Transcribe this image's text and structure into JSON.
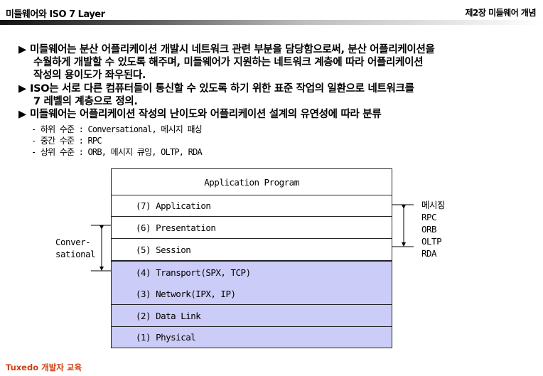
{
  "header": {
    "title": "미들웨어와 ISO 7 Layer",
    "chapter": "제2장 미들웨어 개념"
  },
  "bullets": [
    {
      "lines": [
        "미들웨어는 분산 어플리케이션 개발시 네트워크 관련 부분을 담당함으로써, 분산 어플리케이션을",
        "수월하게 개발할 수 있도록 해주며, 미들웨어가 지원하는 네트워크 계층에 따라 어플리케이션",
        "작성의 용이도가 좌우된다."
      ]
    },
    {
      "lines": [
        "ISO는 서로 다른 컴퓨터들이 통신할 수 있도록 하기 위한 표준 작업의 일환으로 네트워크를",
        "7 레벨의 계층으로 정의."
      ]
    },
    {
      "lines": [
        "미들웨어는 어플리케이션 작성의 난이도와 어플리케이션 설계의 유연성에 따라 분류"
      ]
    }
  ],
  "bullet_marker": "▶",
  "sub_items": [
    "- 하위 수준 : Conversational, 메시지 패싱",
    "- 중간 수준 : RPC",
    "- 상위 수준 : ORB, 메시지 큐잉, OLTP, RDA"
  ],
  "diagram": {
    "top": "Application Program",
    "layers": [
      "(7) Application",
      "(6) Presentation",
      "(5) Session",
      "(4) Transport(SPX, TCP)",
      "(3) Network(IPX, IP)",
      "(2) Data Link",
      "(1) Physical"
    ],
    "left_label": [
      "Conver-",
      "sational"
    ],
    "right_labels": [
      "메시징",
      "RPC",
      "ORB",
      "OLTP",
      "RDA"
    ],
    "lower_color": "#ccccf8"
  },
  "footer": "Tuxedo 개발자 교육"
}
